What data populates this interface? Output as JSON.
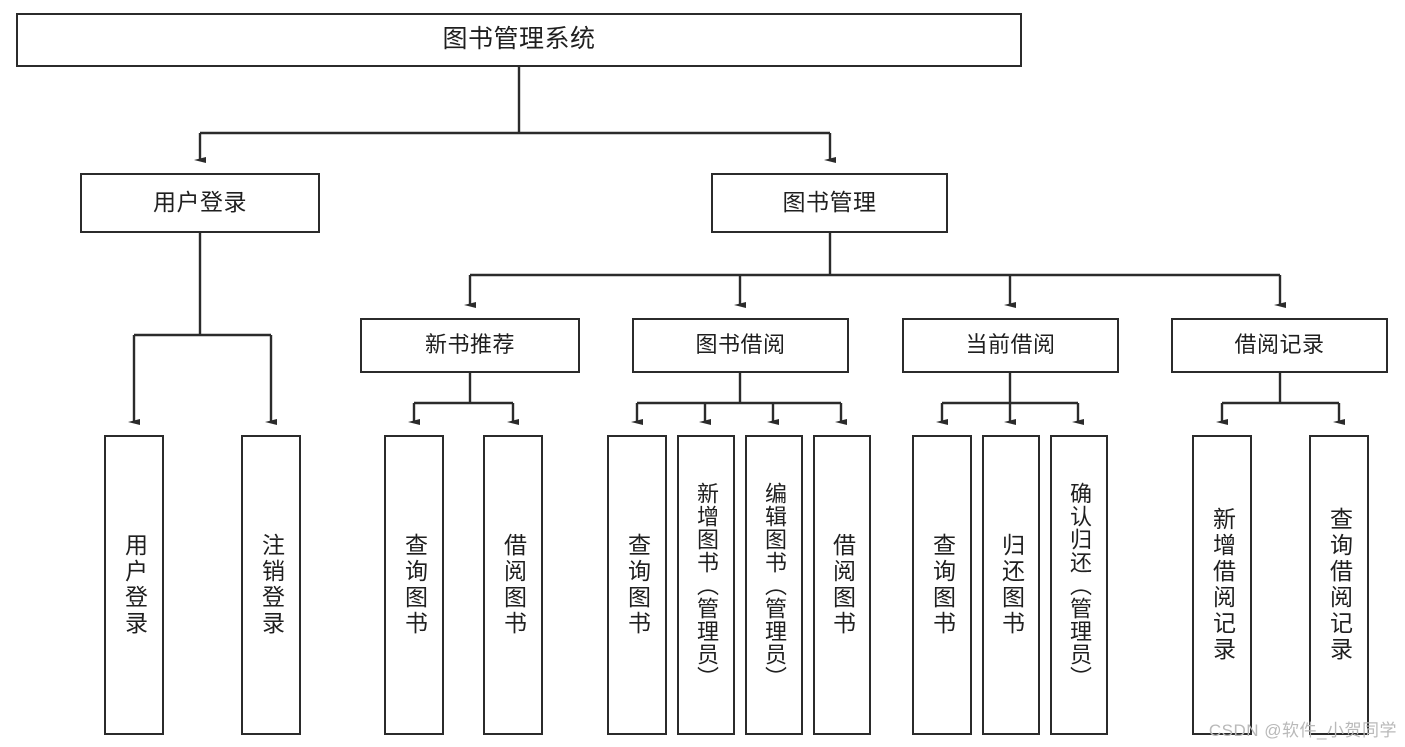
{
  "diagram": {
    "title": "图书管理系统",
    "watermark": "CSDN @软件_小贺同学",
    "edge_color": "#2b2b2b",
    "box_border_color": "#2b2b2b",
    "background": "#ffffff",
    "root": {
      "label": "图书管理系统"
    },
    "level1": [
      {
        "label": "用户登录"
      },
      {
        "label": "图书管理"
      }
    ],
    "level2": [
      {
        "label": "新书推荐"
      },
      {
        "label": "图书借阅"
      },
      {
        "label": "当前借阅"
      },
      {
        "label": "借阅记录"
      }
    ],
    "leaves": [
      {
        "label": "用户登录",
        "parent": "用户登录"
      },
      {
        "label": "注销登录",
        "parent": "用户登录"
      },
      {
        "label": "查询图书",
        "parent": "新书推荐"
      },
      {
        "label": "借阅图书",
        "parent": "新书推荐"
      },
      {
        "label": "查询图书",
        "parent": "图书借阅"
      },
      {
        "label": "新增图书（管理员）",
        "parent": "图书借阅"
      },
      {
        "label": "编辑图书（管理员）",
        "parent": "图书借阅"
      },
      {
        "label": "借阅图书",
        "parent": "图书借阅"
      },
      {
        "label": "查询图书",
        "parent": "当前借阅"
      },
      {
        "label": "归还图书",
        "parent": "当前借阅"
      },
      {
        "label": "确认归还（管理员）",
        "parent": "当前借阅"
      },
      {
        "label": "新增借阅记录",
        "parent": "借阅记录"
      },
      {
        "label": "查询借阅记录",
        "parent": "借阅记录"
      }
    ]
  }
}
